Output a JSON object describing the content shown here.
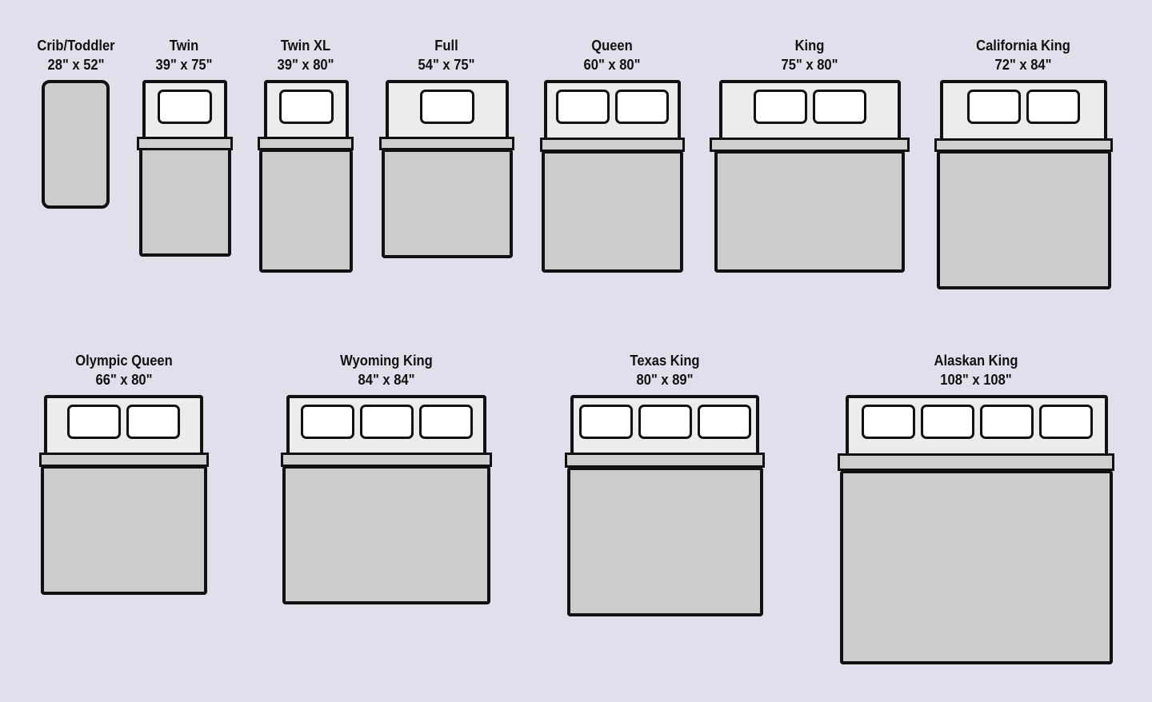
{
  "colors": {
    "background": "#e0e0ec",
    "outline": "#111111",
    "mattress": "#cccccc",
    "headboard": "#ececec",
    "pillow": "#ffffff"
  },
  "beds": [
    {
      "name": "Crib/Toddler",
      "size": "28\" x 52\"",
      "pillows": 0
    },
    {
      "name": "Twin",
      "size": "39\" x 75\"",
      "pillows": 1
    },
    {
      "name": "Twin XL",
      "size": "39\" x 80\"",
      "pillows": 1
    },
    {
      "name": "Full",
      "size": "54\" x 75\"",
      "pillows": 1
    },
    {
      "name": "Queen",
      "size": "60\" x 80\"",
      "pillows": 2
    },
    {
      "name": "King",
      "size": "75\" x 80\"",
      "pillows": 2
    },
    {
      "name": "California King",
      "size": "72\" x 84\"",
      "pillows": 2
    },
    {
      "name": "Olympic Queen",
      "size": "66\" x 80\"",
      "pillows": 2
    },
    {
      "name": "Wyoming King",
      "size": "84\" x 84\"",
      "pillows": 3
    },
    {
      "name": "Texas King",
      "size": "80\" x 89\"",
      "pillows": 3
    },
    {
      "name": "Alaskan King",
      "size": "108\" x 108\"",
      "pillows": 4
    }
  ]
}
